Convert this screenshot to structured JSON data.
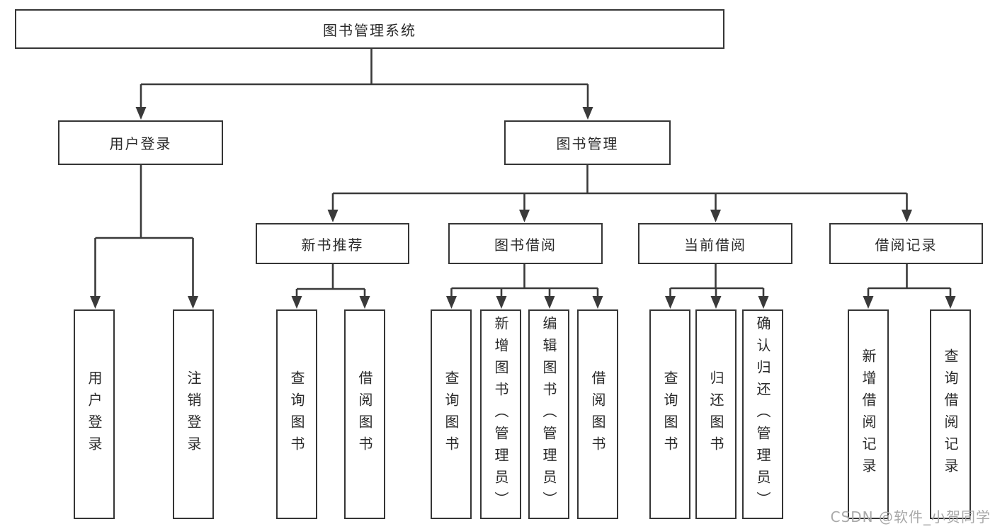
{
  "colors": {
    "background": "#ffffff",
    "line": "#3a3a3a",
    "box_border": "#353535",
    "text": "#2b2b2b",
    "watermark": "#a9a9a9"
  },
  "watermark": "CSDN @软件_小贺同学",
  "tree": {
    "root": {
      "label": "图书管理系统"
    },
    "branches": [
      {
        "label": "用户登录",
        "children": [
          {
            "label": "用户登录"
          },
          {
            "label": "注销登录"
          }
        ]
      },
      {
        "label": "图书管理",
        "groups": [
          {
            "label": "新书推荐",
            "children": [
              {
                "label": "查询图书"
              },
              {
                "label": "借阅图书"
              }
            ]
          },
          {
            "label": "图书借阅",
            "children": [
              {
                "label": "查询图书"
              },
              {
                "label": "新增图书（管理员）"
              },
              {
                "label": "编辑图书（管理员）"
              },
              {
                "label": "借阅图书"
              }
            ]
          },
          {
            "label": "当前借阅",
            "children": [
              {
                "label": "查询图书"
              },
              {
                "label": "归还图书"
              },
              {
                "label": "确认归还（管理员）"
              }
            ]
          },
          {
            "label": "借阅记录",
            "children": [
              {
                "label": "新增借阅记录"
              },
              {
                "label": "查询借阅记录"
              }
            ]
          }
        ]
      }
    ]
  }
}
